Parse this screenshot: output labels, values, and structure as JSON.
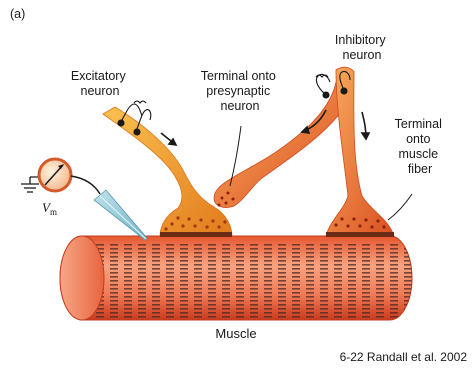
{
  "panel_label": "(a)",
  "labels": {
    "excitatory": [
      "Excitatory",
      "neuron"
    ],
    "terminal_presynaptic": [
      "Terminal onto",
      "presynaptic",
      "neuron"
    ],
    "inhibitory": [
      "Inhibitory",
      "neuron"
    ],
    "terminal_muscle": [
      "Terminal",
      "onto",
      "muscle",
      "fiber"
    ],
    "vm": "V",
    "vm_sub": "m",
    "muscle": "Muscle"
  },
  "credit": "6-22 Randall et al. 2002",
  "colors": {
    "neuron_light": "#f7b13c",
    "neuron_dark": "#e06d17",
    "inhibitory_light": "#f59a52",
    "inhibitory_dark": "#d9471e",
    "muscle_light": "#f6a07e",
    "muscle_dark": "#d9472a",
    "stripe": "#4a2a24",
    "arrow": "#1a1a1a"
  },
  "icons": {
    "excitatory_electrode": "recording-electrode-icon",
    "inhibitory_electrode": "recording-electrode-icon",
    "voltmeter": "voltmeter-dial-icon",
    "ground": "ground-symbol-icon",
    "microelectrode": "glass-microelectrode-icon"
  }
}
